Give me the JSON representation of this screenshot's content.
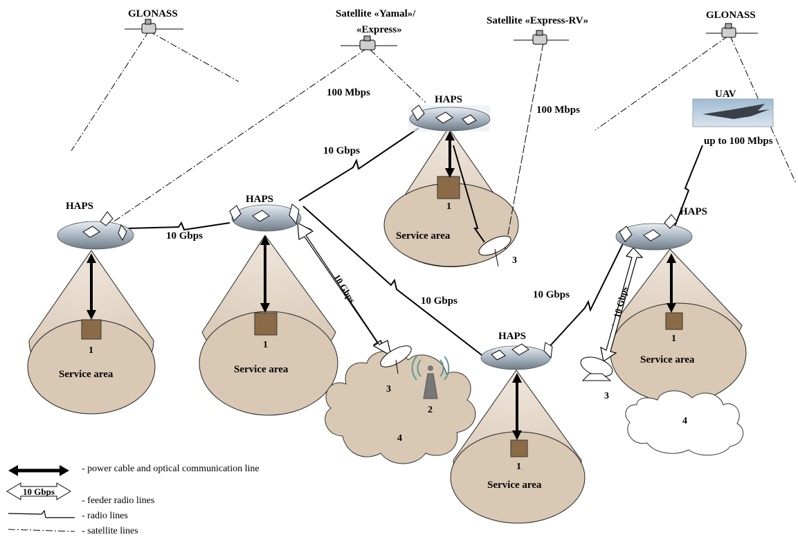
{
  "satellites": {
    "glonass_left": "GLONASS",
    "yamal_line1": "Satellite «Yamal»/",
    "yamal_line2": "«Express»",
    "express_rv": "Satellite «Express-RV»",
    "glonass_right": "GLONASS"
  },
  "uav": {
    "label": "UAV",
    "rate": "up to 100 Mbps"
  },
  "links": {
    "sat_left": "100 Mbps",
    "sat_right": "100 Mbps",
    "haps_left_mid": "10 Gbps",
    "haps_mid_top": "10 Gbps",
    "feeder_mid": "10 Gbps",
    "haps_mid_bottom": "10 Gbps",
    "haps_bottom_right": "10 Gbps",
    "feeder_right": "10 Gbps"
  },
  "haps": {
    "left": "HAPS",
    "mid": "HAPS",
    "top": "HAPS",
    "bottom": "HAPS",
    "right": "HAPS"
  },
  "areas": {
    "a1": {
      "label": "Service area",
      "num": "1"
    },
    "a2": {
      "label": "Service area",
      "num": "1"
    },
    "a3": {
      "label": "Service area",
      "num": "1"
    },
    "a4": {
      "label": "Service area",
      "num": "1"
    },
    "a5": {
      "label": "Service area",
      "num": "1"
    }
  },
  "numbers": {
    "ground_station_top": "3",
    "ground_station_mid": "3",
    "ground_station_right": "3",
    "base_station": "2",
    "cloud_mid": "4",
    "cloud_right": "4"
  },
  "legend": {
    "power_cable": "- power cable and optical communication line",
    "feeder_icon": "10 Gbps",
    "feeder": "- feeder radio lines",
    "radio": "- radio lines",
    "satellite": "- satellite lines"
  },
  "colors": {
    "area_fill": "#d8c8b4",
    "cone_fill": "#e5d8c8",
    "box_fill": "#8b6b47",
    "haps_body": "#b8c4d0"
  }
}
